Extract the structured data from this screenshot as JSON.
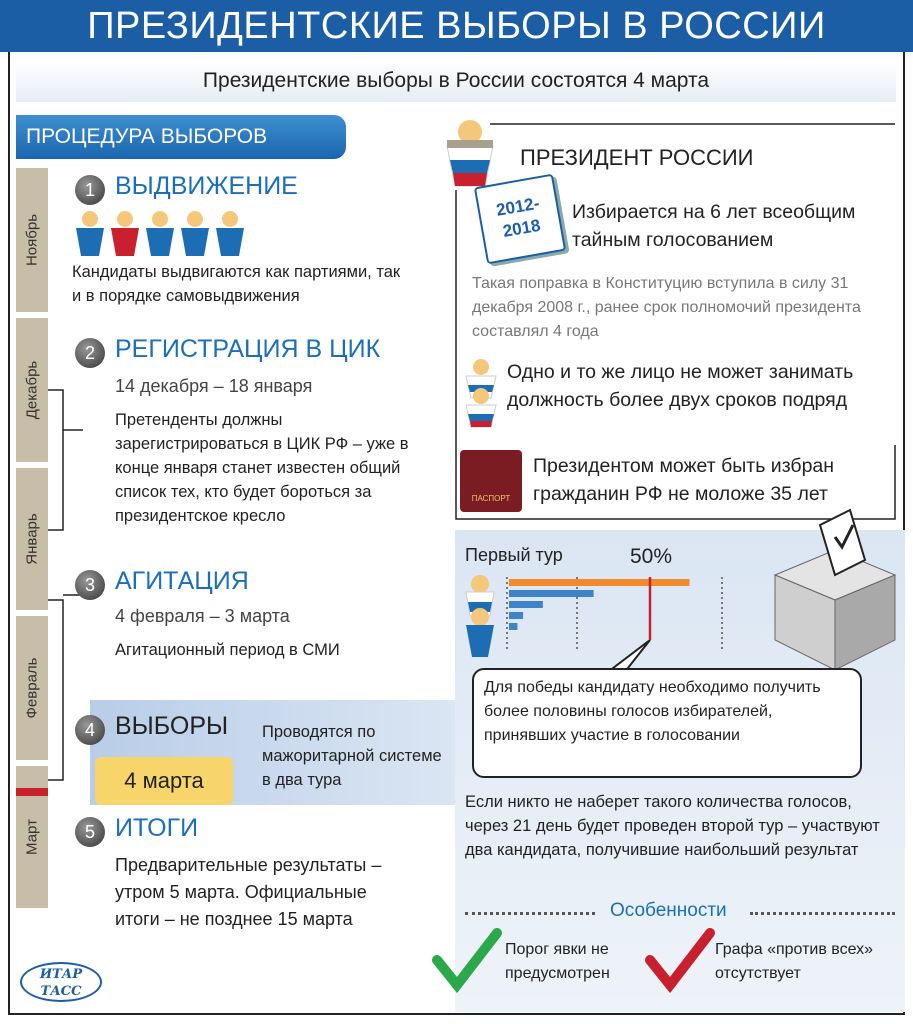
{
  "title": "ПРЕЗИДЕНТСКИЕ ВЫБОРЫ В РОССИИ",
  "subtitle": "Президентские выборы в России состоятся 4 марта",
  "procedure_header": "ПРОЦЕДУРА ВЫБОРОВ",
  "months": [
    "Ноябрь",
    "Декабрь",
    "Январь",
    "Февраль",
    "Март"
  ],
  "steps": [
    {
      "num": "1",
      "title": "ВЫДВИЖЕНИЕ",
      "text": "Кандидаты выдвигаются как партиями, так и в порядке самовыдвижения"
    },
    {
      "num": "2",
      "title": "РЕГИСТРАЦИЯ В ЦИК",
      "date": "14 декабря – 18 января",
      "text": "Претенденты должны зарегистрироваться в ЦИК РФ – уже в конце января станет известен общий список тех, кто будет бороться за президентское кресло"
    },
    {
      "num": "3",
      "title": "АГИТАЦИЯ",
      "date": "4 февраля – 3 марта",
      "text": "Агитационный период в СМИ"
    },
    {
      "num": "4",
      "title": "ВЫБОРЫ",
      "date": "4 марта",
      "text": "Проводятся по мажоритарной системе в два тура"
    },
    {
      "num": "5",
      "title": "ИТОГИ",
      "text": "Предварительные результаты – утром 5 марта. Официальные итоги – не позднее 15 марта"
    }
  ],
  "president": {
    "title": "ПРЕЗИДЕНТ РОССИИ",
    "calendar": "2012-2018",
    "term": "Избирается на 6 лет всеобщим тайным голосованием",
    "note": "Такая поправка в Конституцию вступила в силу 31 декабря 2008 г., ранее срок полномочий президента составлял 4 года",
    "limit": "Одно и то же лицо не может занимать должность более двух сроков подряд",
    "passport_label": "ПАСПОРТ",
    "age": "Президентом может быть избран гражданин РФ не моложе 35 лет"
  },
  "first_round": {
    "label": "Первый тур",
    "threshold": "50%",
    "bars_percent": [
      64,
      30,
      12,
      5,
      3
    ]
  },
  "callout": "Для победы кандидату необходимо получить более половины голосов избирателей, принявших участие в голосовании",
  "second_round": "Если никто не наберет такого количества голосов, через 21 день будет проведен второй тур – участвуют два кандидата, получившие наибольший результат",
  "features": {
    "title": "Особенности",
    "items": [
      "Порог явки не предусмотрен",
      "Графа «против всех» отсутствует"
    ]
  },
  "logo": "ИТАР ТАСС",
  "colors": {
    "title_bar": "#1b5ea6",
    "heading": "#1a6fb8",
    "month": "#c8bea7",
    "highlight": "#f7d56b",
    "accent_red": "#c8202e",
    "bar_orange": "#f08a2c",
    "bar_blue": "#3f84c8",
    "check_green": "#2aa84a"
  }
}
